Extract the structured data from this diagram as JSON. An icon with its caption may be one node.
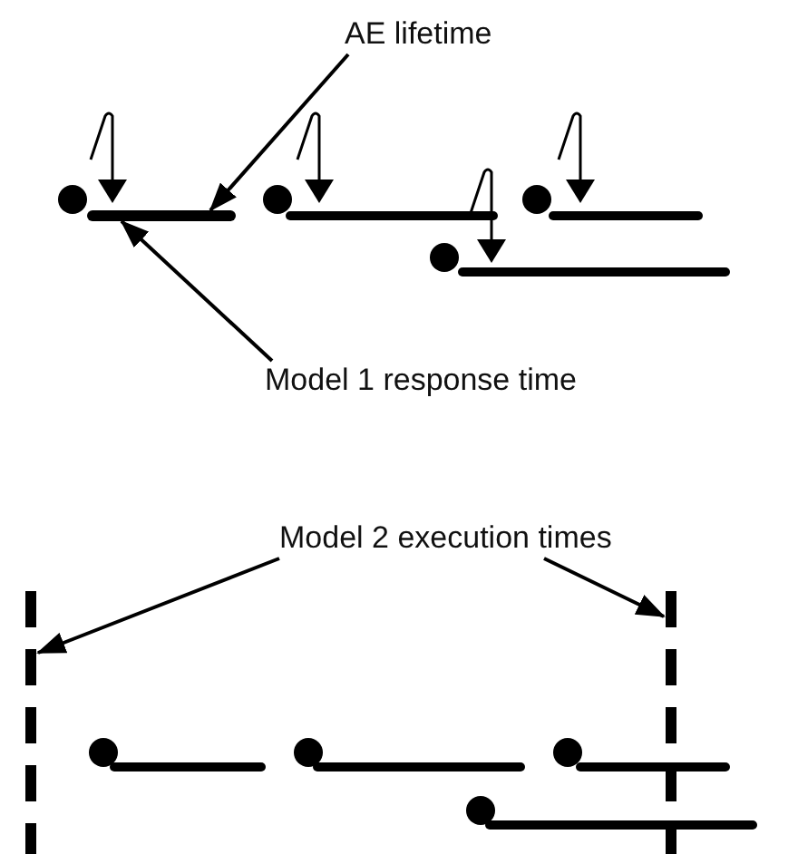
{
  "diagram": {
    "nodes": [
      {
        "text": [
          "AE lifetime"
        ]
      },
      {
        "text": [],
        "shape": "bar"
      },
      {
        "text": [
          "Model 1 response time"
        ]
      },
      {
        "text": [
          "Model 2 execution times"
        ]
      },
      {
        "text": [],
        "shape": "line"
      },
      {
        "text": [],
        "shape": "line"
      }
    ],
    "edges": [
      {
        "from": 0,
        "to": 1,
        "arrow": "to"
      },
      {
        "from": 2,
        "to": 1,
        "arrow": "to"
      },
      {
        "from": 3,
        "to": 4,
        "arrow": "to"
      },
      {
        "from": 3,
        "to": 5,
        "arrow": "to"
      }
    ]
  }
}
